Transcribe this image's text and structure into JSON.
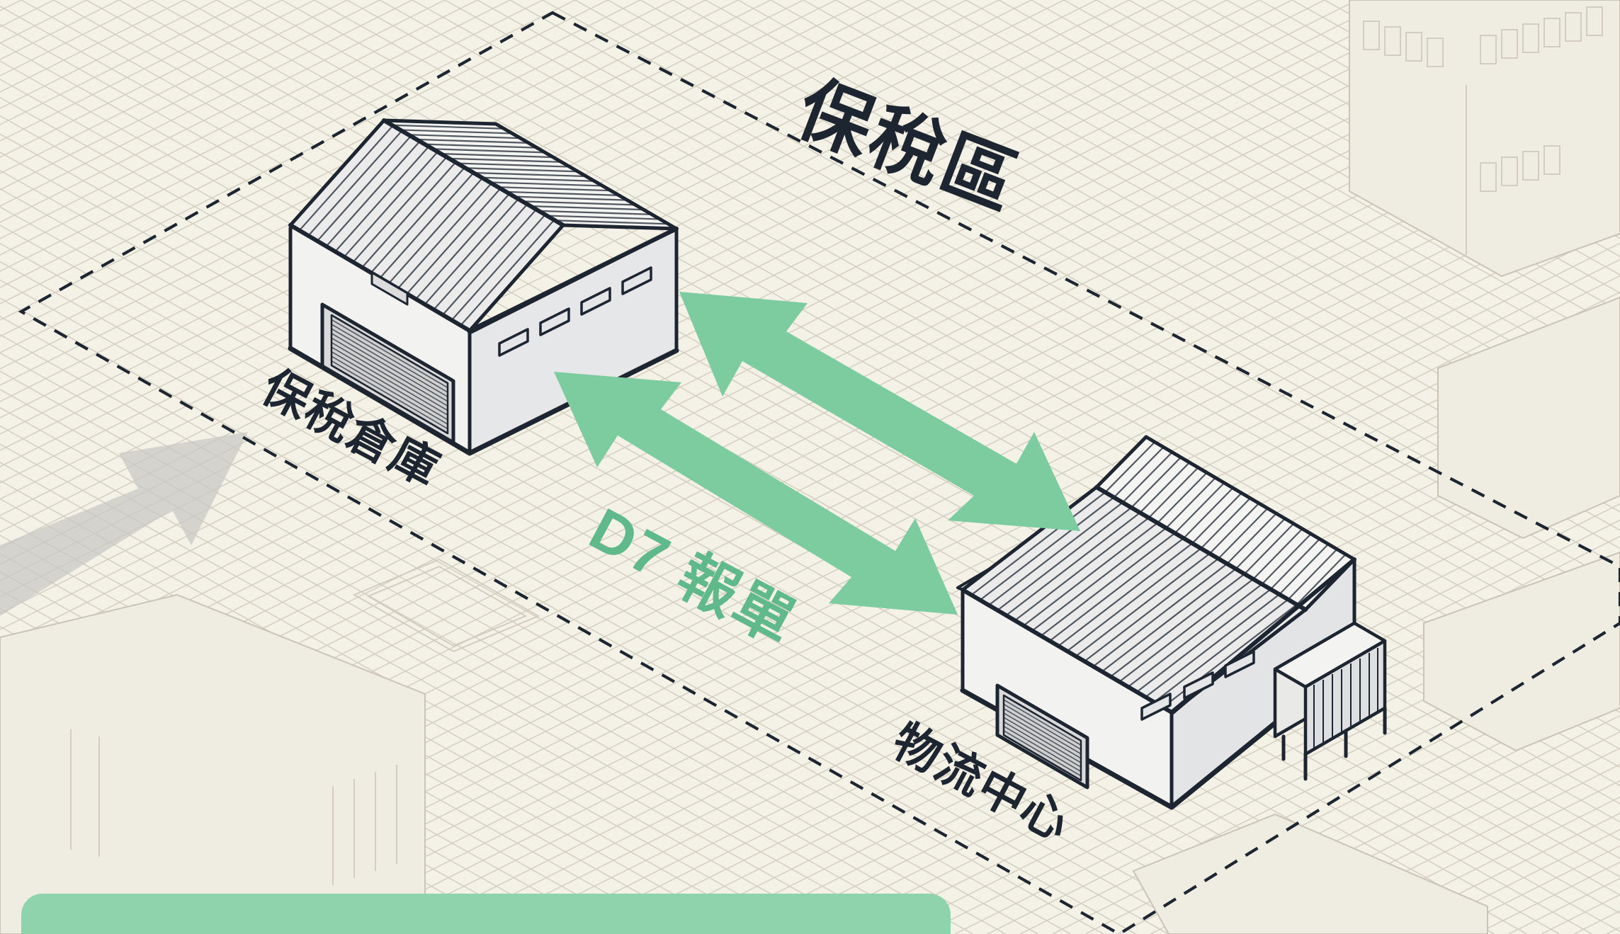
{
  "zone": {
    "title": "保稅區"
  },
  "buildings": {
    "bonded_warehouse": {
      "label": "保稅倉庫"
    },
    "logistics_center": {
      "label": "物流中心"
    }
  },
  "flow": {
    "label": "D7 報單"
  },
  "colors": {
    "background": "#f4f1e7",
    "grid": "#d5d0c2",
    "ink": "#1c2530",
    "arrow_green": "#7ccca0",
    "label_green": "#5fb98a",
    "panel_green": "#8fd3ad",
    "entry_arrow_gray": "#c8c8c6"
  }
}
